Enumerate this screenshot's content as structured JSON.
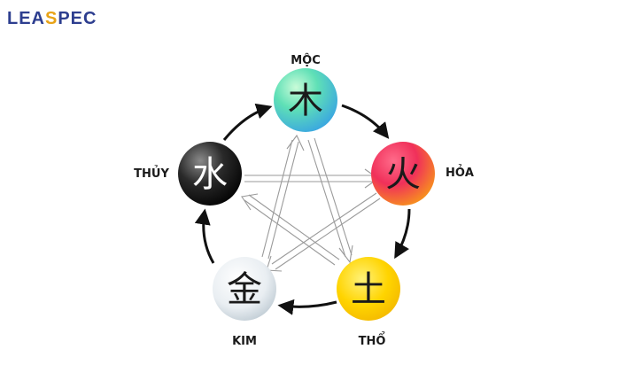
{
  "logo": {
    "prefix": "LEA",
    "accent": "S",
    "suffix": "PEC"
  },
  "elements": [
    {
      "id": "moc",
      "label": "MỘC",
      "glyph": "木",
      "glyph_color": "#1a1a1a"
    },
    {
      "id": "hoa",
      "label": "HỎA",
      "glyph": "火",
      "glyph_color": "#1a1a1a"
    },
    {
      "id": "tho",
      "label": "THỔ",
      "glyph": "土",
      "glyph_color": "#1a1a1a"
    },
    {
      "id": "kim",
      "label": "KIM",
      "glyph": "金",
      "glyph_color": "#1a1a1a"
    },
    {
      "id": "thuy",
      "label": "THỦY",
      "glyph": "水",
      "glyph_color": "#ffffff"
    }
  ],
  "colors": {
    "cycle_arrow": "#111111",
    "control_arrow": "#9a9a9a",
    "brand": "#2d3e8f",
    "brand_accent": "#e8a317"
  }
}
